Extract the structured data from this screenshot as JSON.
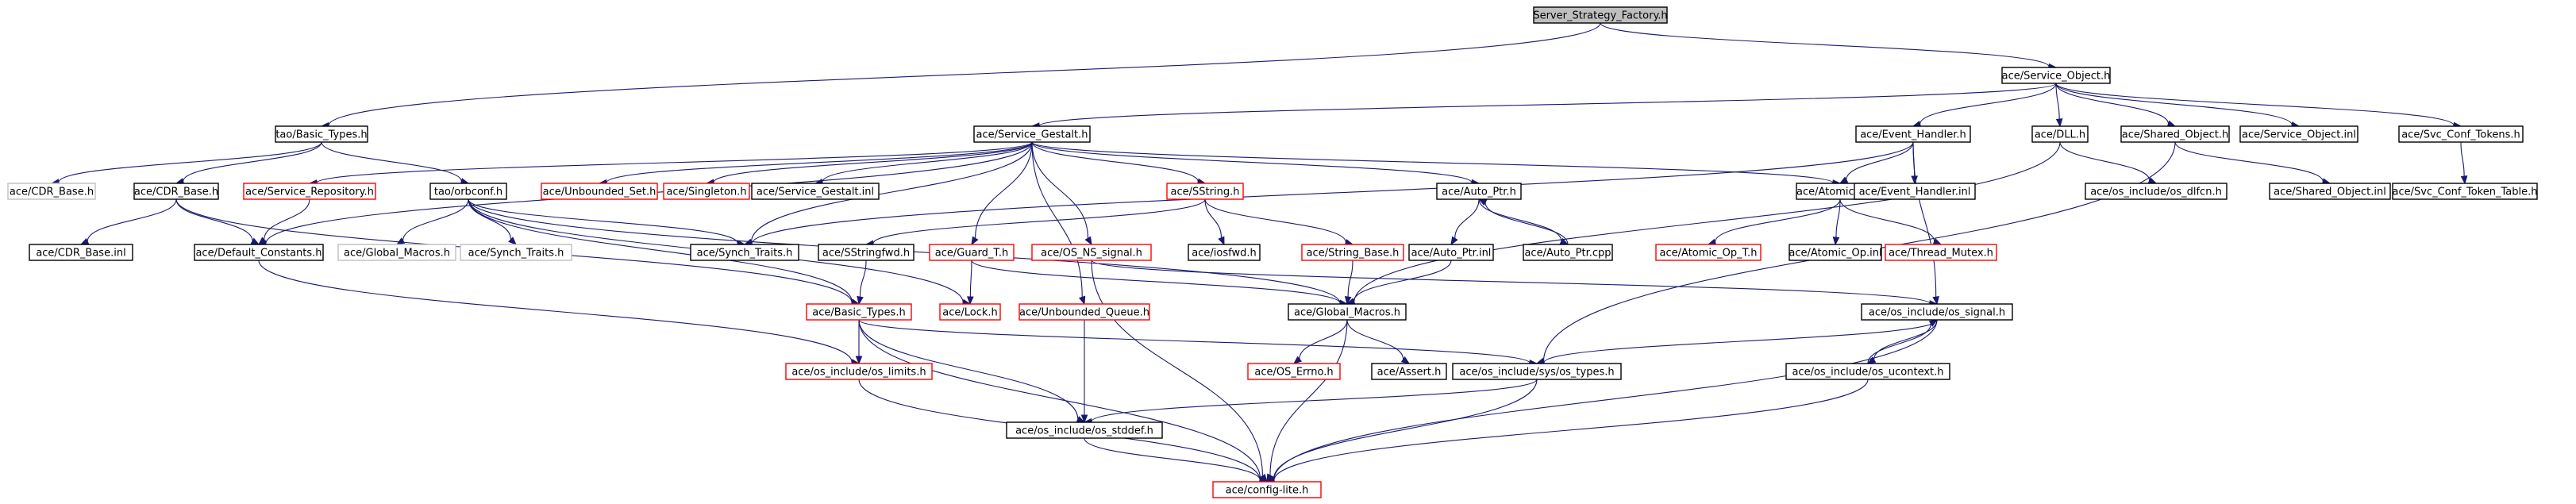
{
  "colors": {
    "edge": "#191970",
    "border_normal": "#000000",
    "border_truncated": "#ff0000",
    "border_leaf": "#bfbfbf",
    "root_fill": "#bfbfbf",
    "text": "#000000"
  },
  "nodes": [
    {
      "id": "root",
      "label": "Server_Strategy_Factory.h",
      "kind": "root"
    },
    {
      "id": "service_object_h",
      "label": "ace/Service_Object.h",
      "kind": "normal"
    },
    {
      "id": "tao_basic_types_h",
      "label": "tao/Basic_Types.h",
      "kind": "normal"
    },
    {
      "id": "service_gestalt_h",
      "label": "ace/Service_Gestalt.h",
      "kind": "normal"
    },
    {
      "id": "event_handler_h",
      "label": "ace/Event_Handler.h",
      "kind": "normal"
    },
    {
      "id": "dll_h",
      "label": "ace/DLL.h",
      "kind": "normal"
    },
    {
      "id": "shared_object_h",
      "label": "ace/Shared_Object.h",
      "kind": "normal"
    },
    {
      "id": "service_object_inl",
      "label": "ace/Service_Object.inl",
      "kind": "normal"
    },
    {
      "id": "svc_conf_tokens_h",
      "label": "ace/Svc_Conf_Tokens.h",
      "kind": "normal"
    },
    {
      "id": "cdr_base_h_tao",
      "label": "ace/CDR_Base.h",
      "kind": "leaf"
    },
    {
      "id": "cdr_base_h",
      "label": "ace/CDR_Base.h",
      "kind": "normal"
    },
    {
      "id": "service_repository_h",
      "label": "ace/Service_Repository.h",
      "kind": "truncated"
    },
    {
      "id": "orbconf_h",
      "label": "tao/orbconf.h",
      "kind": "normal"
    },
    {
      "id": "unbounded_set_h",
      "label": "ace/Unbounded_Set.h",
      "kind": "truncated"
    },
    {
      "id": "singleton_h",
      "label": "ace/Singleton.h",
      "kind": "truncated"
    },
    {
      "id": "service_gestalt_inl",
      "label": "ace/Service_Gestalt.inl",
      "kind": "normal"
    },
    {
      "id": "sstring_h",
      "label": "ace/SString.h",
      "kind": "truncated"
    },
    {
      "id": "auto_ptr_h",
      "label": "ace/Auto_Ptr.h",
      "kind": "normal"
    },
    {
      "id": "atomic_op_h",
      "label": "ace/Atomic_Op.h",
      "kind": "normal"
    },
    {
      "id": "event_handler_inl",
      "label": "ace/Event_Handler.inl",
      "kind": "normal"
    },
    {
      "id": "os_dlfcn_h",
      "label": "ace/os_include/os_dlfcn.h",
      "kind": "normal"
    },
    {
      "id": "shared_object_inl",
      "label": "ace/Shared_Object.inl",
      "kind": "normal"
    },
    {
      "id": "svc_conf_token_table_h",
      "label": "ace/Svc_Conf_Token_Table.h",
      "kind": "normal"
    },
    {
      "id": "cdr_base_inl",
      "label": "ace/CDR_Base.inl",
      "kind": "normal"
    },
    {
      "id": "default_constants_h",
      "label": "ace/Default_Constants.h",
      "kind": "normal"
    },
    {
      "id": "global_macros_h_tao",
      "label": "ace/Global_Macros.h",
      "kind": "leaf"
    },
    {
      "id": "synch_traits_h_tao",
      "label": "ace/Synch_Traits.h",
      "kind": "leaf"
    },
    {
      "id": "synch_traits_h",
      "label": "ace/Synch_Traits.h",
      "kind": "normal"
    },
    {
      "id": "sstringfwd_h",
      "label": "ace/SStringfwd.h",
      "kind": "normal"
    },
    {
      "id": "guard_t_h",
      "label": "ace/Guard_T.h",
      "kind": "truncated"
    },
    {
      "id": "os_ns_signal_h",
      "label": "ace/OS_NS_signal.h",
      "kind": "truncated"
    },
    {
      "id": "iosfwd_h",
      "label": "ace/iosfwd.h",
      "kind": "normal"
    },
    {
      "id": "string_base_h",
      "label": "ace/String_Base.h",
      "kind": "truncated"
    },
    {
      "id": "auto_ptr_inl",
      "label": "ace/Auto_Ptr.inl",
      "kind": "normal"
    },
    {
      "id": "auto_ptr_cpp",
      "label": "ace/Auto_Ptr.cpp",
      "kind": "normal"
    },
    {
      "id": "atomic_op_t_h",
      "label": "ace/Atomic_Op_T.h",
      "kind": "truncated"
    },
    {
      "id": "atomic_op_inl",
      "label": "ace/Atomic_Op.inl",
      "kind": "normal"
    },
    {
      "id": "thread_mutex_h",
      "label": "ace/Thread_Mutex.h",
      "kind": "truncated"
    },
    {
      "id": "basic_types_h",
      "label": "ace/Basic_Types.h",
      "kind": "truncated"
    },
    {
      "id": "lock_h",
      "label": "ace/Lock.h",
      "kind": "truncated"
    },
    {
      "id": "unbounded_queue_h",
      "label": "ace/Unbounded_Queue.h",
      "kind": "truncated"
    },
    {
      "id": "global_macros_h",
      "label": "ace/Global_Macros.h",
      "kind": "normal"
    },
    {
      "id": "os_signal_h",
      "label": "ace/os_include/os_signal.h",
      "kind": "normal"
    },
    {
      "id": "os_limits_h",
      "label": "ace/os_include/os_limits.h",
      "kind": "truncated"
    },
    {
      "id": "os_errno_h",
      "label": "ace/OS_Errno.h",
      "kind": "truncated"
    },
    {
      "id": "assert_h",
      "label": "ace/Assert.h",
      "kind": "normal"
    },
    {
      "id": "os_types_h",
      "label": "ace/os_include/sys/os_types.h",
      "kind": "normal"
    },
    {
      "id": "os_ucontext_h",
      "label": "ace/os_include/os_ucontext.h",
      "kind": "normal"
    },
    {
      "id": "os_stddef_h",
      "label": "ace/os_include/os_stddef.h",
      "kind": "normal"
    },
    {
      "id": "config_lite_h",
      "label": "ace/config-lite.h",
      "kind": "truncated"
    }
  ],
  "edges": [
    [
      "root",
      "service_object_h"
    ],
    [
      "root",
      "tao_basic_types_h"
    ],
    [
      "service_object_h",
      "service_gestalt_h"
    ],
    [
      "service_object_h",
      "event_handler_h"
    ],
    [
      "service_object_h",
      "dll_h"
    ],
    [
      "service_object_h",
      "shared_object_h"
    ],
    [
      "service_object_h",
      "service_object_inl"
    ],
    [
      "service_object_h",
      "svc_conf_tokens_h"
    ],
    [
      "tao_basic_types_h",
      "cdr_base_h_tao"
    ],
    [
      "tao_basic_types_h",
      "cdr_base_h"
    ],
    [
      "tao_basic_types_h",
      "orbconf_h"
    ],
    [
      "service_gestalt_h",
      "service_repository_h"
    ],
    [
      "service_gestalt_h",
      "unbounded_set_h"
    ],
    [
      "service_gestalt_h",
      "singleton_h"
    ],
    [
      "service_gestalt_h",
      "service_gestalt_inl"
    ],
    [
      "service_gestalt_h",
      "sstring_h"
    ],
    [
      "service_gestalt_h",
      "auto_ptr_h"
    ],
    [
      "service_gestalt_h",
      "atomic_op_h"
    ],
    [
      "service_gestalt_h",
      "default_constants_h"
    ],
    [
      "service_gestalt_h",
      "synch_traits_h"
    ],
    [
      "service_gestalt_h",
      "guard_t_h"
    ],
    [
      "service_gestalt_h",
      "os_ns_signal_h"
    ],
    [
      "service_gestalt_h",
      "unbounded_queue_h"
    ],
    [
      "event_handler_h",
      "atomic_op_h"
    ],
    [
      "event_handler_h",
      "event_handler_inl"
    ],
    [
      "event_handler_h",
      "synch_traits_h"
    ],
    [
      "event_handler_h",
      "os_signal_h"
    ],
    [
      "dll_h",
      "os_dlfcn_h"
    ],
    [
      "dll_h",
      "global_macros_h"
    ],
    [
      "shared_object_h",
      "shared_object_inl"
    ],
    [
      "shared_object_h",
      "os_types_h"
    ],
    [
      "svc_conf_tokens_h",
      "svc_conf_token_table_h"
    ],
    [
      "cdr_base_h",
      "cdr_base_inl"
    ],
    [
      "cdr_base_h",
      "default_constants_h"
    ],
    [
      "cdr_base_h",
      "basic_types_h"
    ],
    [
      "service_repository_h",
      "default_constants_h"
    ],
    [
      "orbconf_h",
      "global_macros_h_tao"
    ],
    [
      "orbconf_h",
      "synch_traits_h_tao"
    ],
    [
      "orbconf_h",
      "synch_traits_h"
    ],
    [
      "orbconf_h",
      "basic_types_h"
    ],
    [
      "orbconf_h",
      "lock_h"
    ],
    [
      "orbconf_h",
      "global_macros_h"
    ],
    [
      "sstring_h",
      "sstringfwd_h"
    ],
    [
      "sstring_h",
      "iosfwd_h"
    ],
    [
      "sstring_h",
      "string_base_h"
    ],
    [
      "auto_ptr_h",
      "auto_ptr_inl"
    ],
    [
      "auto_ptr_h",
      "auto_ptr_cpp"
    ],
    [
      "auto_ptr_cpp",
      "auto_ptr_h"
    ],
    [
      "atomic_op_h",
      "atomic_op_t_h"
    ],
    [
      "atomic_op_h",
      "atomic_op_inl"
    ],
    [
      "atomic_op_h",
      "thread_mutex_h"
    ],
    [
      "default_constants_h",
      "os_limits_h"
    ],
    [
      "sstringfwd_h",
      "basic_types_h"
    ],
    [
      "guard_t_h",
      "lock_h"
    ],
    [
      "guard_t_h",
      "global_macros_h"
    ],
    [
      "os_ns_signal_h",
      "os_signal_h"
    ],
    [
      "os_ns_signal_h",
      "config_lite_h"
    ],
    [
      "string_base_h",
      "global_macros_h"
    ],
    [
      "auto_ptr_inl",
      "global_macros_h"
    ],
    [
      "basic_types_h",
      "os_limits_h"
    ],
    [
      "basic_types_h",
      "os_types_h"
    ],
    [
      "basic_types_h",
      "os_stddef_h"
    ],
    [
      "basic_types_h",
      "config_lite_h"
    ],
    [
      "unbounded_queue_h",
      "os_stddef_h"
    ],
    [
      "global_macros_h",
      "os_errno_h"
    ],
    [
      "global_macros_h",
      "assert_h"
    ],
    [
      "global_macros_h",
      "config_lite_h"
    ],
    [
      "os_signal_h",
      "os_types_h"
    ],
    [
      "os_signal_h",
      "os_ucontext_h"
    ],
    [
      "os_signal_h",
      "config_lite_h"
    ],
    [
      "os_ucontext_h",
      "os_signal_h"
    ],
    [
      "os_limits_h",
      "config_lite_h"
    ],
    [
      "os_types_h",
      "os_stddef_h"
    ],
    [
      "os_types_h",
      "config_lite_h"
    ],
    [
      "os_ucontext_h",
      "config_lite_h"
    ],
    [
      "os_stddef_h",
      "config_lite_h"
    ]
  ]
}
